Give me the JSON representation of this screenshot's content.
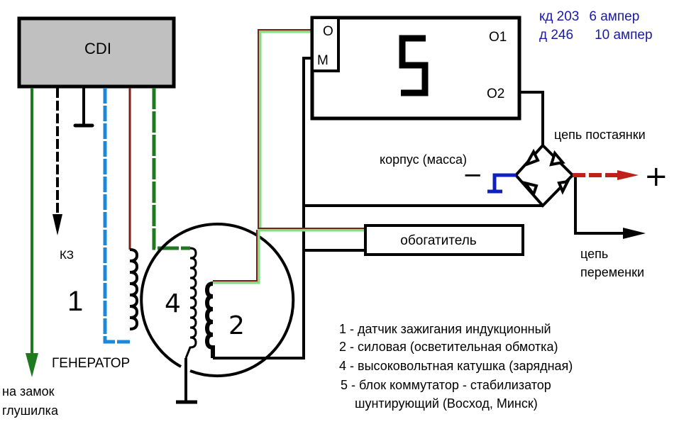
{
  "title": "Схема подключения CDI, генератора и стабилизатора",
  "colors": {
    "wire_green": "#1f7a1f",
    "wire_blue": "#1e88d8",
    "wire_brown": "#7a1f1f",
    "wire_light_green": "#7ee07e",
    "wire_red": "#c0201a",
    "ground_blue": "#1020c0",
    "cdi_fill": "#c0c0c0",
    "text_blue": "#1a1aa6"
  },
  "blocks": {
    "cdi": {
      "label": "CDI"
    },
    "regulator": {
      "number": "5",
      "terminals": {
        "o": "O",
        "m": "M",
        "o1": "O1",
        "o2": "O2"
      }
    },
    "enricher": {
      "label": "обогатитель"
    }
  },
  "generator": {
    "label": "ГЕНЕРАТОР",
    "coil_1": "1",
    "coil_4": "4",
    "coil_2": "2",
    "kz_label": "КЗ"
  },
  "labels": {
    "ignition_lock": [
      "на замок",
      "глушилка"
    ],
    "dc_circuit": "цепь постаянки",
    "ac_circuit": [
      "цепь",
      "переменки"
    ],
    "ground": "корпус (масса)",
    "minus": "−",
    "plus": "+"
  },
  "ratings": [
    {
      "diode": "кд 203",
      "current": "6 ампер"
    },
    {
      "diode": "д 246",
      "current": "10 ампер"
    }
  ],
  "legend": [
    "1 - датчик зажигания индукционный",
    "2 - силовая (осветительная обмотка)",
    "4 - высоковольтная катушка (зарядная)",
    "5 - блок коммутатор - стабилизатор",
    "шунтирующий (Восход, Минск)"
  ]
}
